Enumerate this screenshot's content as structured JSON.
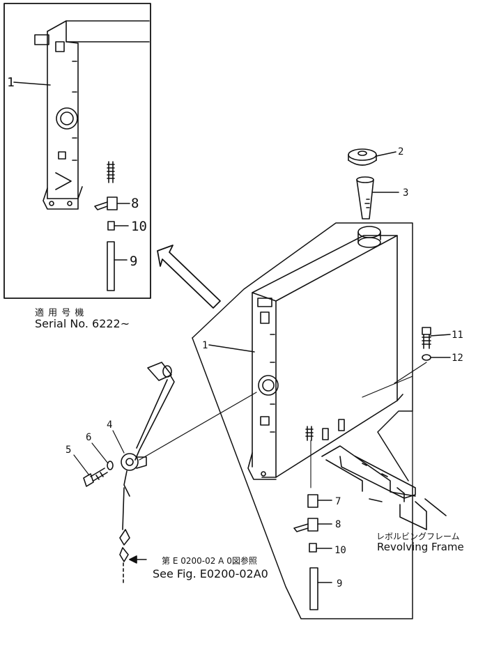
{
  "inset": {
    "caption_jp": "適 用 号 機",
    "caption_en": "Serial No. 6222~"
  },
  "callouts": {
    "inset_1": "1",
    "inset_8": "8",
    "inset_10": "10",
    "inset_9": "9",
    "main_1": "1",
    "main_2": "2",
    "main_3": "3",
    "main_4": "4",
    "main_5": "5",
    "main_6": "6",
    "main_7": "7",
    "main_8": "8",
    "main_9": "9",
    "main_10": "10",
    "main_11": "11",
    "main_12": "12"
  },
  "notes": {
    "see_fig_jp": "第 E 0200-02 A 0図参照",
    "see_fig_en": "See Fig. E0200-02A0",
    "frame_jp": "レボルビングフレーム",
    "frame_en": "Revolving Frame"
  },
  "colors": {
    "ink": "#111111",
    "paper": "#ffffff"
  }
}
